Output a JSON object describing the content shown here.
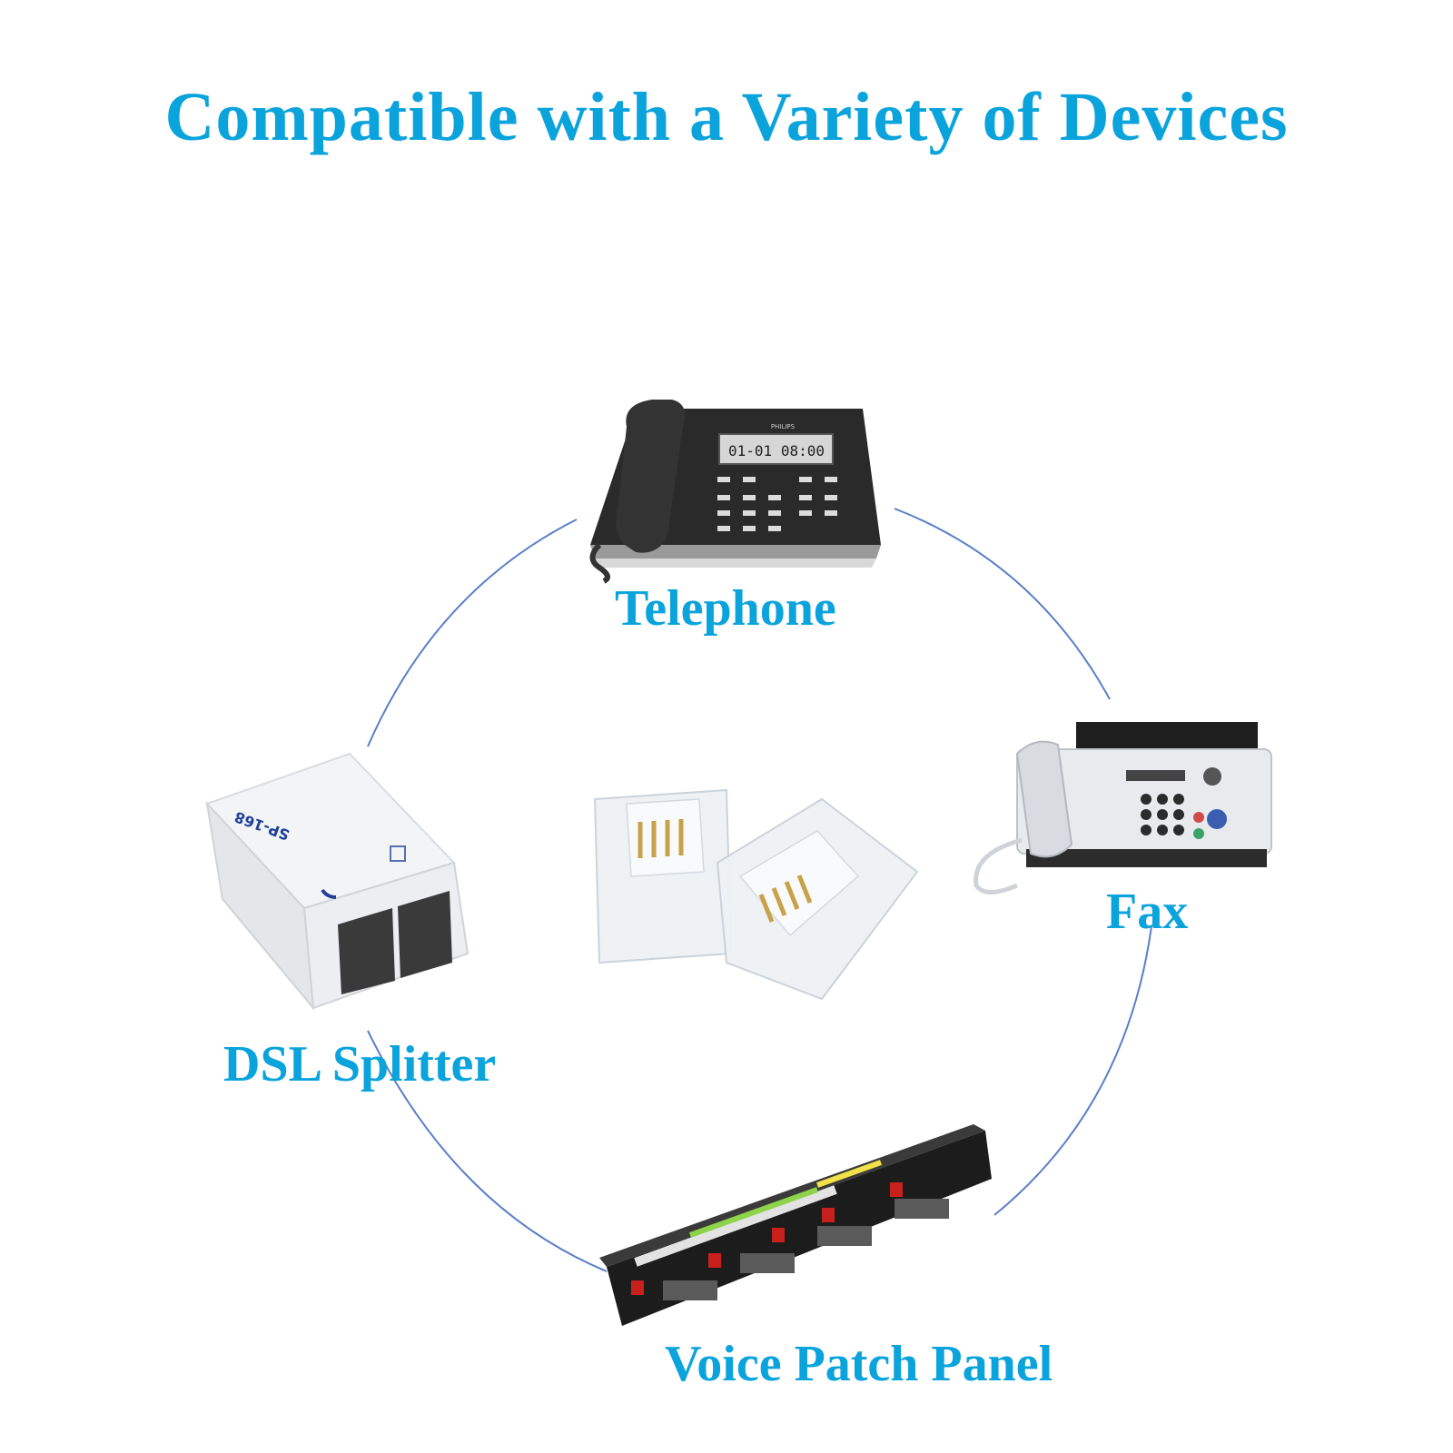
{
  "title": "Compatible with a Variety of Devices",
  "devices": {
    "telephone": "Telephone",
    "fax": "Fax",
    "dsl_splitter": "DSL Splitter",
    "patch_panel": "Voice Patch Panel"
  },
  "phone_display": "01-01 08:00",
  "phone_brand": "PHILIPS",
  "splitter_model": "SP-168",
  "colors": {
    "accent": "#0aa3dc",
    "circle_line": "#5a7fc8"
  },
  "icons": [
    "telephone-icon",
    "fax-icon",
    "dsl-splitter-icon",
    "patch-panel-icon",
    "rj11-connector-icon"
  ]
}
